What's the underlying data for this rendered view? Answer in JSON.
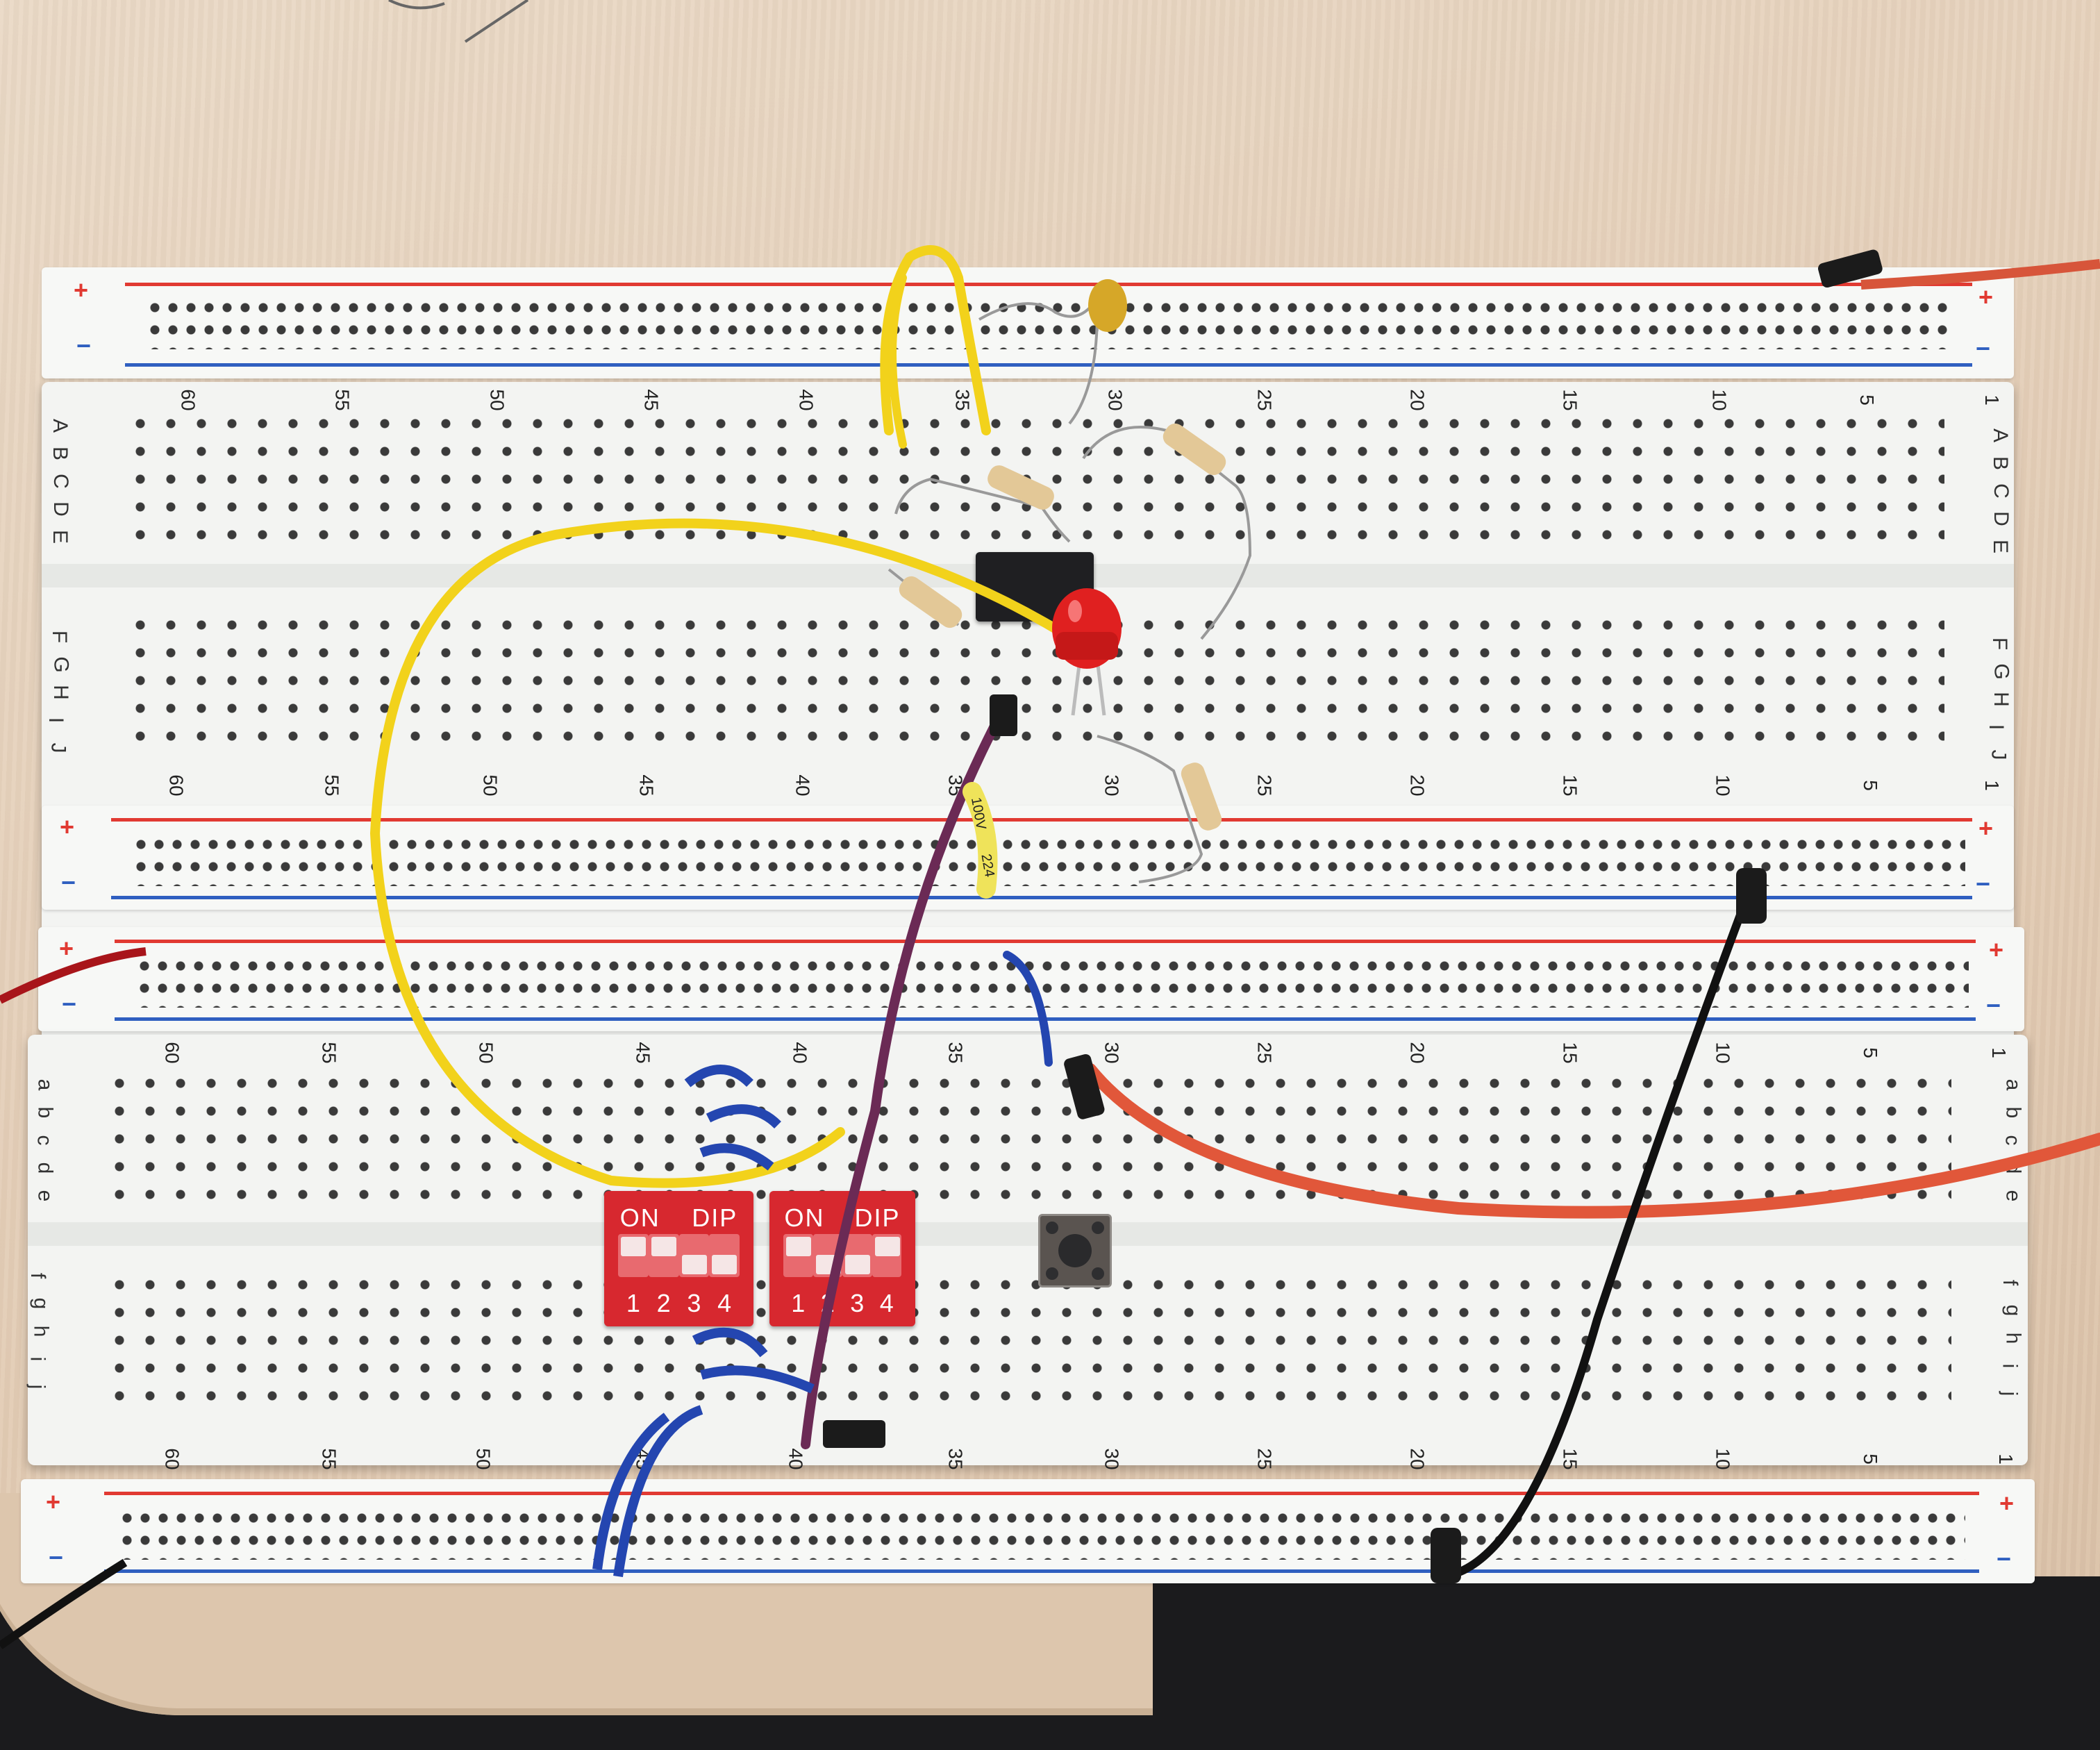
{
  "scene": {
    "description": "Two solderless breadboards on a wooden table with an 8-pin IC circuit, LED, resistors, capacitors, DIP switches and a push button",
    "colors": {
      "table": "#e2cbb3",
      "board": "#f3f4f2",
      "rail_red": "#e13a32",
      "rail_blue": "#2f5fc0",
      "dip_switch": "#d7282f",
      "wire_yellow": "#f2d21b",
      "wire_purple": "#6b2a55",
      "wire_blue": "#2446b0",
      "wire_red": "#e1573a",
      "wire_black": "#111111",
      "led": "#e02020",
      "ic": "#1f1f22"
    }
  },
  "top_board": {
    "rail_top": {
      "plus": "+",
      "minus": "−"
    },
    "rail_bottom": {
      "plus": "+",
      "minus": "−"
    },
    "rows_upper": [
      "A",
      "B",
      "C",
      "D",
      "E"
    ],
    "rows_lower": [
      "F",
      "G",
      "H",
      "I",
      "J"
    ],
    "column_numbers": [
      "60",
      "55",
      "50",
      "45",
      "40",
      "35",
      "30",
      "25",
      "20",
      "15",
      "10",
      "5",
      "1"
    ]
  },
  "bottom_board": {
    "rail_top": {
      "plus": "+",
      "minus": "−"
    },
    "rail_bottom": {
      "plus": "+",
      "minus": "−"
    },
    "rows_upper": [
      "a",
      "b",
      "c",
      "d",
      "e"
    ],
    "rows_lower": [
      "f",
      "g",
      "h",
      "i",
      "j"
    ],
    "column_numbers": [
      "60",
      "55",
      "50",
      "45",
      "40",
      "35",
      "30",
      "25",
      "20",
      "15",
      "10",
      "5",
      "1"
    ]
  },
  "components": {
    "ic": {
      "type": "8-pin DIP IC"
    },
    "led": {
      "color": "red"
    },
    "film_capacitor": {
      "marking_voltage": "100V",
      "marking_value": "224"
    },
    "ceramic_capacitor": {
      "color": "yellow"
    },
    "push_button": {
      "type": "tactile switch"
    },
    "dip_switch_1": {
      "label_on": "ON",
      "label_dip": "DIP",
      "positions": [
        "1",
        "2",
        "3",
        "4"
      ],
      "states": [
        "ON",
        "ON",
        "OFF",
        "OFF"
      ]
    },
    "dip_switch_2": {
      "label_on": "ON",
      "label_dip": "DIP",
      "positions": [
        "1",
        "2",
        "3",
        "4"
      ],
      "states": [
        "ON",
        "OFF",
        "OFF",
        "ON"
      ]
    }
  }
}
